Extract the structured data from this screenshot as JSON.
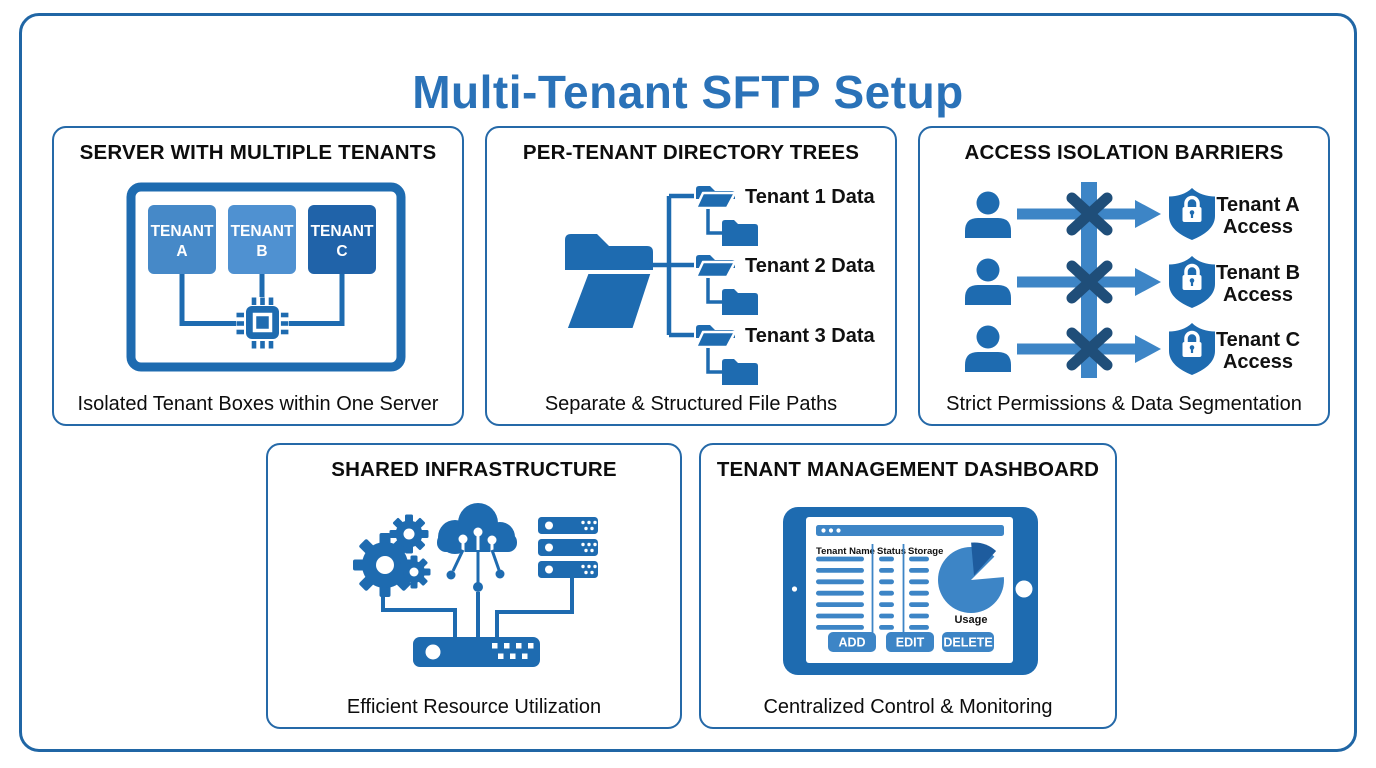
{
  "title": "Multi-Tenant SFTP Setup",
  "panels": {
    "server": {
      "title": "SERVER WITH MULTIPLE TENANTS",
      "caption": "Isolated Tenant Boxes within One Server",
      "tenants": [
        {
          "line1": "TENANT",
          "line2": "A"
        },
        {
          "line1": "TENANT",
          "line2": "B"
        },
        {
          "line1": "TENANT",
          "line2": "C"
        }
      ]
    },
    "directories": {
      "title": "PER-TENANT DIRECTORY TREES",
      "caption": "Separate & Structured File Paths",
      "folders": [
        {
          "label": "Tenant 1 Data"
        },
        {
          "label": "Tenant 2 Data"
        },
        {
          "label": "Tenant 3 Data"
        }
      ]
    },
    "access": {
      "title": "ACCESS ISOLATION BARRIERS",
      "caption": "Strict Permissions & Data Segmentation",
      "labels": [
        {
          "line1": "Tenant A",
          "line2": "Access"
        },
        {
          "line1": "Tenant B",
          "line2": "Access"
        },
        {
          "line1": "Tenant C",
          "line2": "Access"
        }
      ]
    },
    "infrastructure": {
      "title": "SHARED INFRASTRUCTURE",
      "caption": "Efficient Resource Utilization"
    },
    "dashboard": {
      "title": "TENANT MANAGEMENT DASHBOARD",
      "caption": "Centralized Control & Monitoring",
      "table": {
        "headers": [
          "Tenant Name",
          "Status",
          "Storage"
        ]
      },
      "chart_label": "Usage",
      "buttons": [
        {
          "label": "ADD"
        },
        {
          "label": "EDIT"
        },
        {
          "label": "DELETE"
        }
      ]
    }
  },
  "colors": {
    "title_blue": "#2a72b8",
    "panel_border_blue": "#2569a8",
    "icon_blue": "#1e6bb0",
    "light_blue": "#3d85c6",
    "dark_navy": "#1f4e79",
    "tenant_a_fill": "#4689c8",
    "tenant_b_fill": "#4f91d1",
    "tenant_c_fill": "#2063a9",
    "pie_dark_slice": "#1e5c9e"
  }
}
